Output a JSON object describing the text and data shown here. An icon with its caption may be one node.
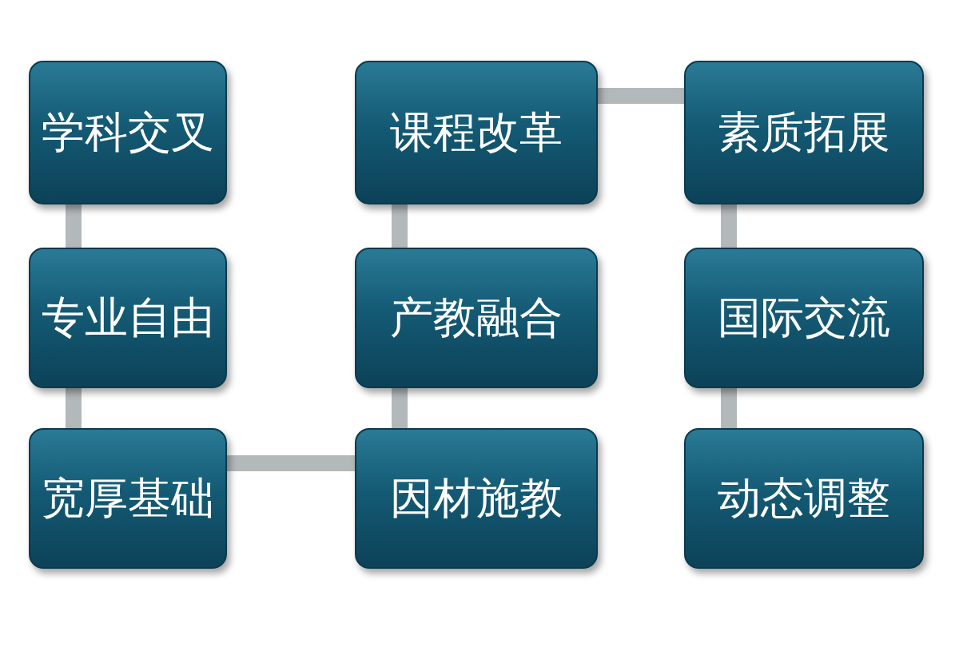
{
  "diagram": {
    "nodes": [
      {
        "text": [
          "学科交叉"
        ]
      },
      {
        "text": [
          "课程改革"
        ]
      },
      {
        "text": [
          "素质拓展"
        ]
      },
      {
        "text": [
          "专业自由"
        ]
      },
      {
        "text": [
          "产教融合"
        ]
      },
      {
        "text": [
          "国际交流"
        ]
      },
      {
        "text": [
          "宽厚基础"
        ]
      },
      {
        "text": [
          "因材施教"
        ]
      },
      {
        "text": [
          "动态调整"
        ]
      }
    ],
    "edges": [
      {
        "from": 0,
        "to": 3,
        "arrow": "none"
      },
      {
        "from": 3,
        "to": 6,
        "arrow": "none"
      },
      {
        "from": 6,
        "to": 7,
        "arrow": "none"
      },
      {
        "from": 7,
        "to": 4,
        "arrow": "none"
      },
      {
        "from": 4,
        "to": 1,
        "arrow": "none"
      },
      {
        "from": 1,
        "to": 2,
        "arrow": "none"
      },
      {
        "from": 2,
        "to": 5,
        "arrow": "none"
      },
      {
        "from": 5,
        "to": 8,
        "arrow": "none"
      }
    ]
  }
}
